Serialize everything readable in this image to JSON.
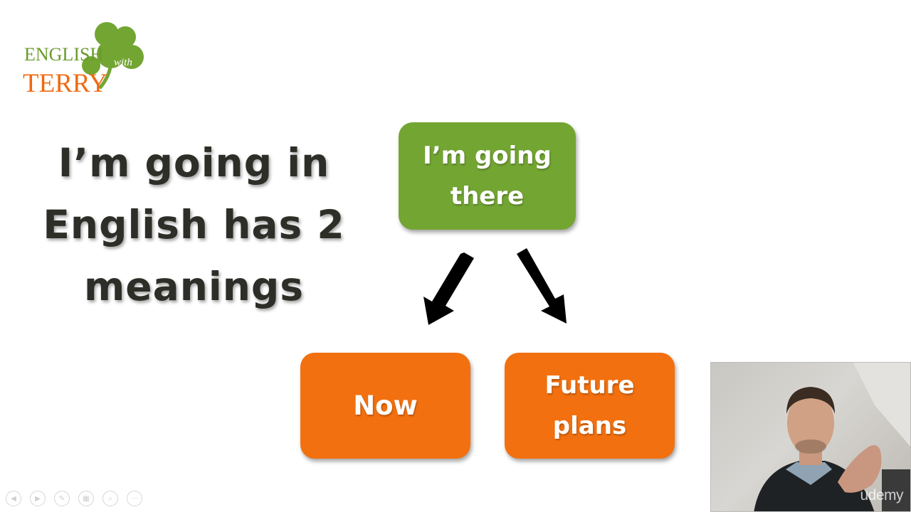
{
  "logo": {
    "line1": "ENGLISH",
    "line1_small": "with",
    "line2": "TERRY",
    "colors": {
      "english": "#6a9a2c",
      "terry": "#ef6a12",
      "shamrock": "#73a533"
    }
  },
  "headline": {
    "lines": [
      "I’m going in",
      "English has 2",
      "meanings"
    ]
  },
  "diagram": {
    "top_box": {
      "lines": [
        "I’m going",
        "there"
      ],
      "color": "#73a533"
    },
    "left_box": {
      "label": "Now",
      "color": "#f2700f"
    },
    "right_box": {
      "lines": [
        "Future",
        "plans"
      ],
      "color": "#f2700f"
    },
    "arrow_color": "#000000"
  },
  "video": {
    "watermark": "udemy"
  },
  "controls": [
    {
      "icon": "previous-icon",
      "glyph": "◀"
    },
    {
      "icon": "next-icon",
      "glyph": "▶"
    },
    {
      "icon": "pen-icon",
      "glyph": "✎"
    },
    {
      "icon": "slides-icon",
      "glyph": "▦"
    },
    {
      "icon": "zoom-icon",
      "glyph": "⌕"
    },
    {
      "icon": "more-icon",
      "glyph": "···"
    }
  ]
}
